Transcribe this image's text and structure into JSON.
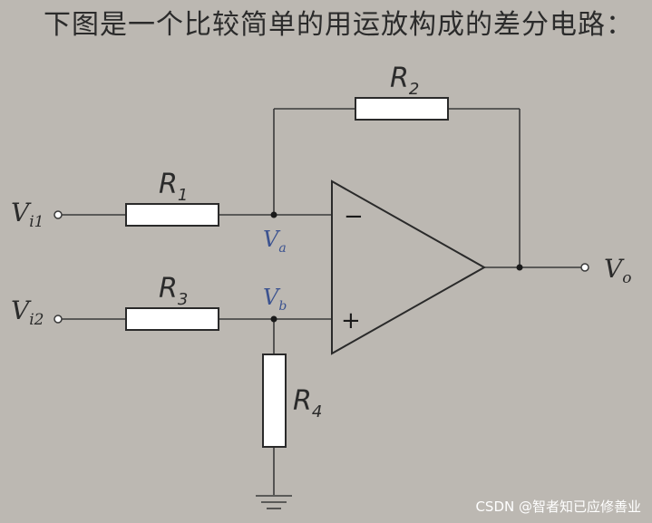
{
  "title": "下图是一个比较简单的用运放构成的差分电路：",
  "labels": {
    "r1": {
      "main": "R",
      "sub": "1"
    },
    "r2": {
      "main": "R",
      "sub": "2"
    },
    "r3": {
      "main": "R",
      "sub": "3"
    },
    "r4": {
      "main": "R",
      "sub": "4"
    },
    "vi1": {
      "main": "V",
      "sub": "i1"
    },
    "vi2": {
      "main": "V",
      "sub": "i2"
    },
    "va": {
      "main": "V",
      "sub": "a"
    },
    "vb": {
      "main": "V",
      "sub": "b"
    },
    "vo": {
      "main": "V",
      "sub": "o"
    },
    "minus": "−",
    "plus": "+"
  },
  "colors": {
    "background": "#bcb8b2",
    "node_label": "#3c5390",
    "wire": "#3a3a3a"
  },
  "watermark": "CSDN @智者知已应修善业"
}
